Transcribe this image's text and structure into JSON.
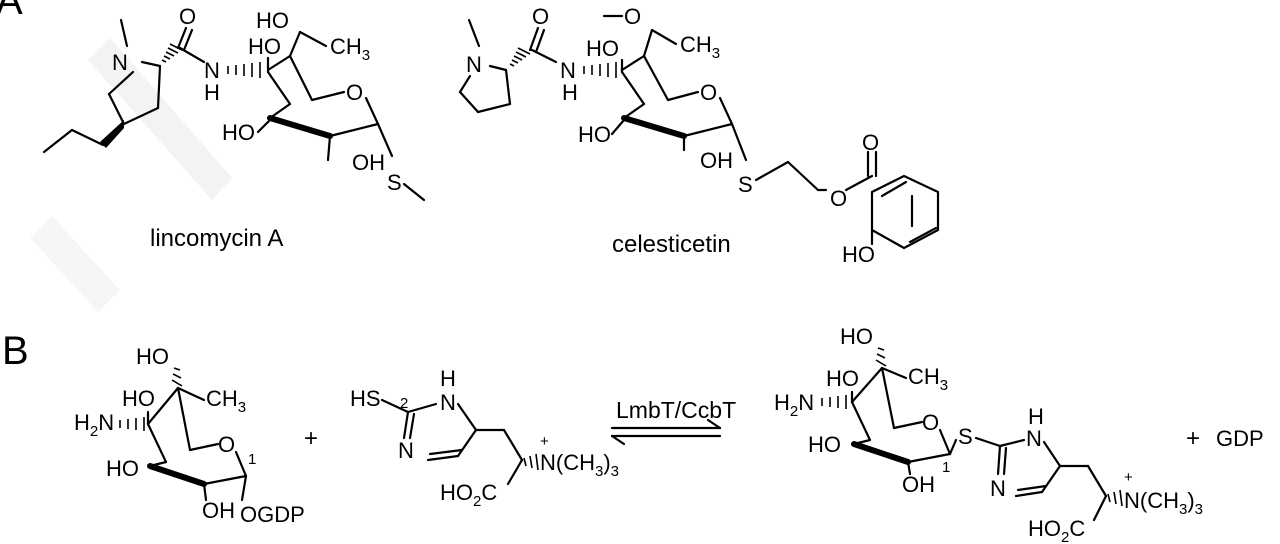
{
  "panels": {
    "a": "A",
    "b": "B"
  },
  "captions": {
    "lincomycin": "lincomycin A",
    "celesticetin": "celesticetin"
  },
  "atoms": {
    "ho": "HO",
    "oh": "OH",
    "o": "O",
    "n": "N",
    "nh_n": "N",
    "nh_h": "H",
    "h": "H",
    "s": "S",
    "ch3": "CH",
    "ch3_sub": "3",
    "h2n": "H",
    "h2n_sub": "2",
    "h2n_n": "N",
    "ogdp": "OGDP",
    "hs": "HS",
    "ho2c": "HO",
    "ho2c_sub": "2",
    "ho2c_c": "C",
    "nme3": "N(CH",
    "nme3_sub": "3",
    "nme3_close": ")",
    "nme3_subout": "3",
    "plus_charge": "+",
    "num_1": "1",
    "num_2": "2"
  },
  "reaction": {
    "plus": "+",
    "enzyme": "LmbT/CcbT",
    "gdp_plus": "+",
    "gdp": "GDP"
  },
  "colors": {
    "ink": "#000000",
    "watermark": "#e9e9e9",
    "background": "#ffffff"
  }
}
